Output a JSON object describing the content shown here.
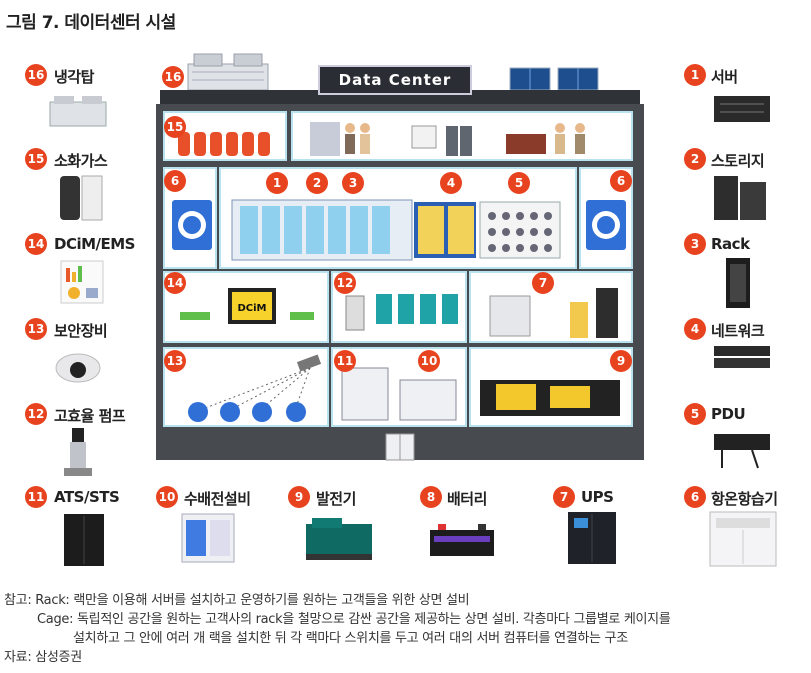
{
  "title": "그림 7. 데이터센터 시설",
  "building": {
    "roof_label": "Data Center"
  },
  "left_items": [
    {
      "n": "16",
      "label": "냉각탑",
      "icon": "cooling-tower-icon"
    },
    {
      "n": "15",
      "label": "소화가스",
      "icon": "gas-cylinder-icon"
    },
    {
      "n": "14",
      "label": "DCiM/EMS",
      "icon": "dashboard-icon"
    },
    {
      "n": "13",
      "label": "보안장비",
      "icon": "security-camera-icon"
    },
    {
      "n": "12",
      "label": "고효율 펌프",
      "icon": "pump-icon"
    }
  ],
  "right_items": [
    {
      "n": "1",
      "label": "서버",
      "icon": "server-icon"
    },
    {
      "n": "2",
      "label": "스토리지",
      "icon": "storage-icon"
    },
    {
      "n": "3",
      "label": "Rack",
      "icon": "rack-icon"
    },
    {
      "n": "4",
      "label": "네트워크",
      "icon": "network-switch-icon"
    },
    {
      "n": "5",
      "label": "PDU",
      "icon": "pdu-icon"
    }
  ],
  "bottom_items": [
    {
      "n": "11",
      "label": "ATS/STS",
      "icon": "ats-cabinet-icon"
    },
    {
      "n": "10",
      "label": "수배전설비",
      "icon": "switchgear-icon"
    },
    {
      "n": "9",
      "label": "발전기",
      "icon": "generator-icon"
    },
    {
      "n": "8",
      "label": "배터리",
      "icon": "battery-icon"
    },
    {
      "n": "7",
      "label": "UPS",
      "icon": "ups-icon"
    },
    {
      "n": "6",
      "label": "항온항습기",
      "icon": "crac-unit-icon"
    }
  ],
  "building_badges": [
    "16",
    "15",
    "6",
    "1",
    "2",
    "3",
    "4",
    "5",
    "6",
    "14",
    "12",
    "7",
    "13",
    "11",
    "10",
    "9"
  ],
  "dcim_screen_label": "DCiM",
  "notes": {
    "rack": "참고: Rack: 랙만을 이용해 서버를 설치하고 운영하기를 원하는 고객들을 위한 상면 설비",
    "cage1": "Cage: 독립적인 공간을 원하는 고객사의 rack을 철망으로 감싼 공간을 제공하는 상면 설비. 각층마다 그룹별로 케이지를",
    "cage2": "설치하고 그 안에 여러 개 랙을 설치한 뒤 각 랙마다 스위치를 두고 여러 대의 서버 컴퓨터를 연결하는 구조",
    "source": "자료: 삼성증권"
  },
  "colors": {
    "badge": "#e8431f",
    "building": "#474a4e",
    "roof": "#2f3236",
    "room_border": "#b8e3ee"
  }
}
